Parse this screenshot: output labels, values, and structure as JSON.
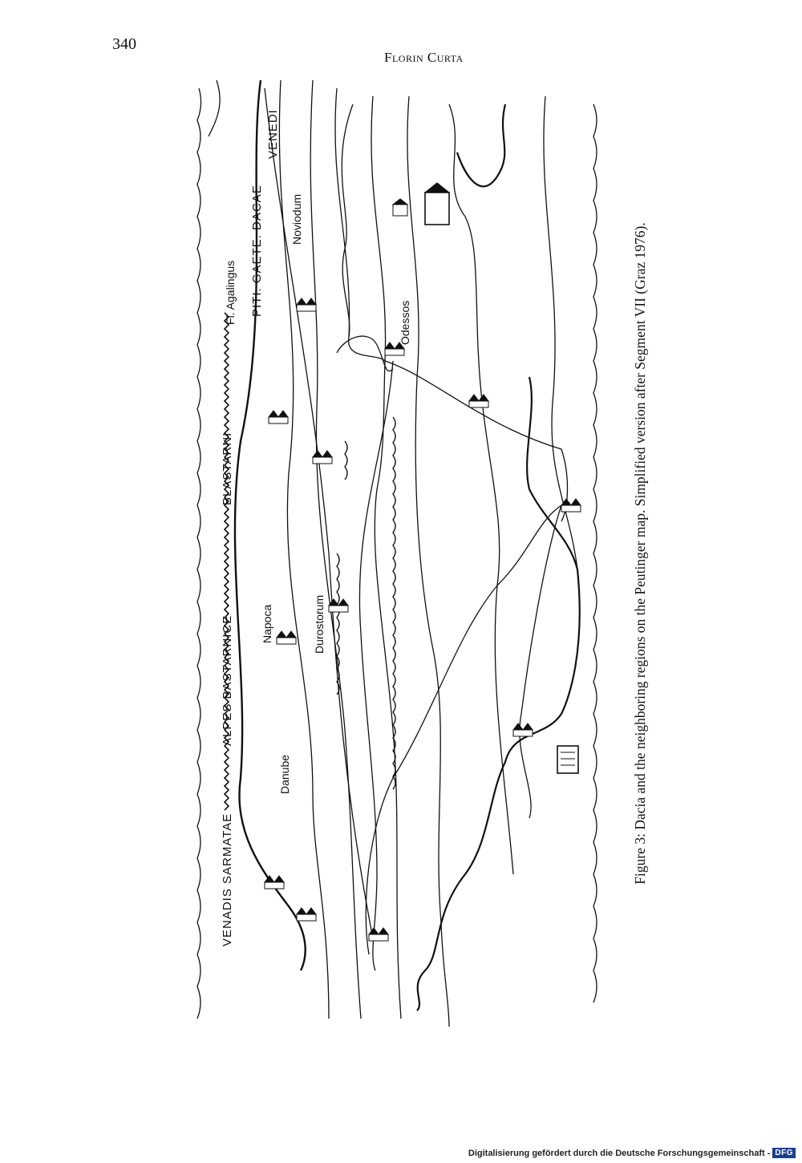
{
  "header": {
    "page_number": "340",
    "running_head": "Florin Curta"
  },
  "figure": {
    "map_labels": {
      "venadis_sarmatae": "VENADIS SARMATAE",
      "alpes_bastarnice": "ALPES BASTARNICE",
      "blastarni": "BLASTARNI",
      "piti_gaete_dacae": "PITI. GAETE. DACAE",
      "venedi": "VENEDI",
      "fl_agalingus": "Fl. Agalingus",
      "noviodum": "Noviodum",
      "napoca": "Napoca",
      "durostorum": "Durostorum",
      "danube": "Danube",
      "odessos": "Odessos"
    },
    "caption": "Figure 3: Dacia and the neighboring regions on the Peutinger map. Simplified version after Segment VII (Graz 1976)."
  },
  "footer": {
    "digitization_note": "Digitalisierung gefördert durch die Deutsche Forschungsgemeinschaft -",
    "logo_text": "DFG"
  }
}
